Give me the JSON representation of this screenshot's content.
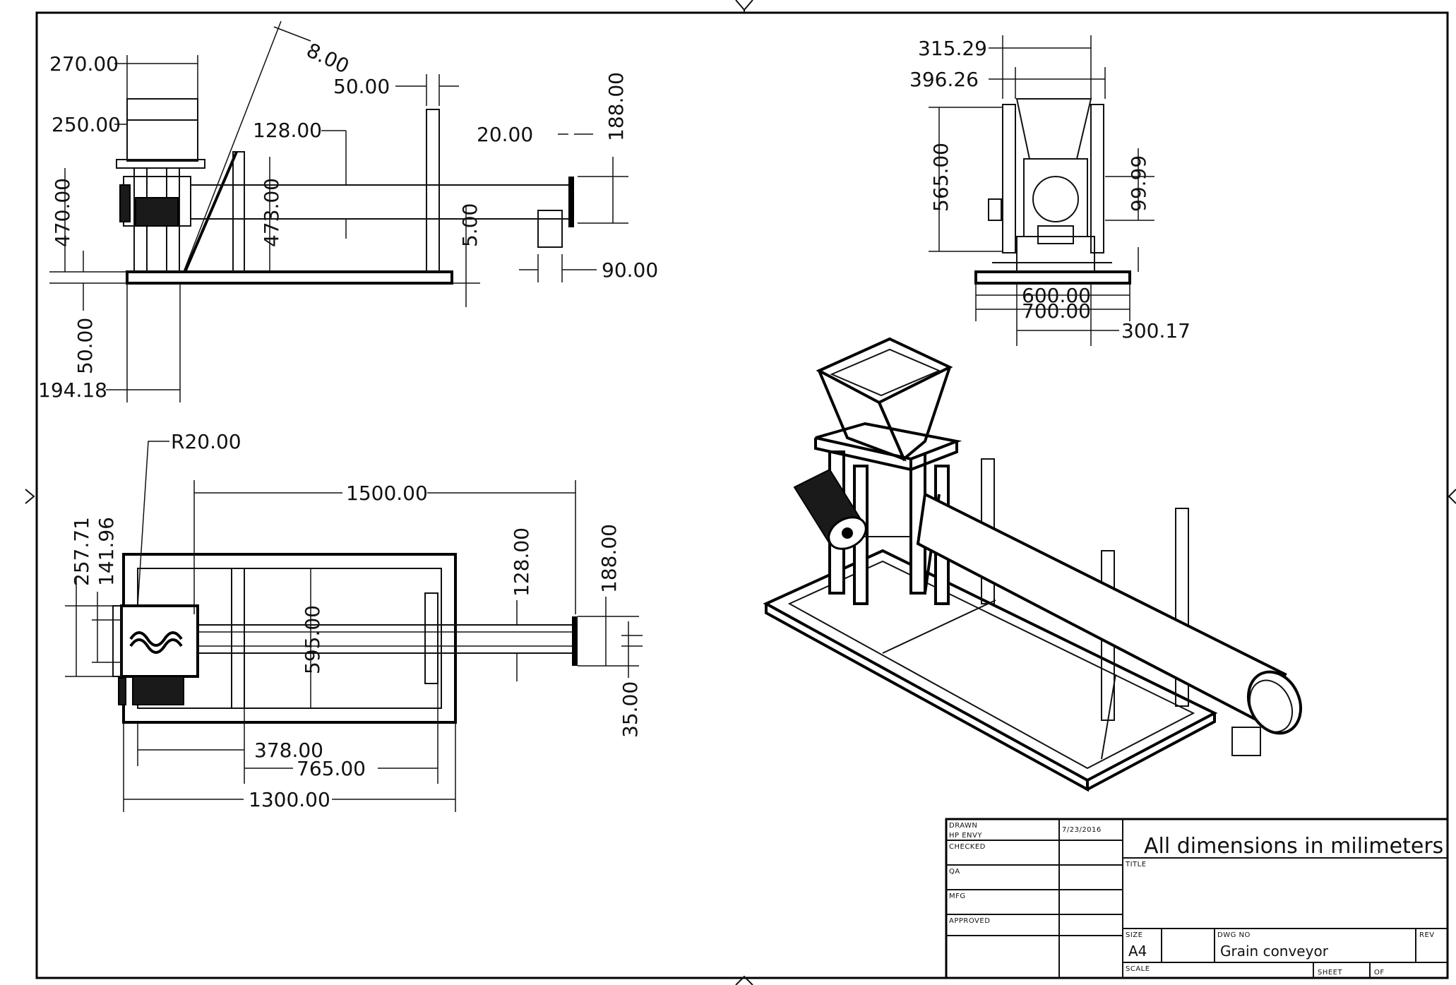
{
  "top_view_dims": {
    "d270": "270.00",
    "d250": "250.00",
    "d8": "8.00",
    "d50a": "50.00",
    "d128": "128.00",
    "d20": "20.00",
    "d188": "188.00",
    "d470": "470.00",
    "d473": "473.00",
    "d5": "5.00",
    "d90": "90.00",
    "d50b": "50.00",
    "d194": "194.18"
  },
  "end_view_dims": {
    "d315": "315.29",
    "d396": "396.26",
    "d565": "565.00",
    "d99": "99.99",
    "d600": "600.00",
    "d700": "700.00",
    "d300": "300.17"
  },
  "plan_view_dims": {
    "r20": "R20.00",
    "d1500": "1500.00",
    "d257": "257.71",
    "d141": "141.96",
    "d128": "128.00",
    "d188": "188.00",
    "d595": "595.00",
    "d35": "35.00",
    "d378": "378.00",
    "d765": "765.00",
    "d1300": "1300.00"
  },
  "title_block": {
    "drawn_label": "DRAWN",
    "drawn_by": "HP ENVY",
    "date": "7/23/2016",
    "checked_label": "CHECKED",
    "qa_label": "QA",
    "mfg_label": "MFG",
    "approved_label": "APPROVED",
    "note": "All dimensions in milimeters",
    "title_label": "TITLE",
    "size_label": "SIZE",
    "size": "A4",
    "dwg_label": "DWG NO",
    "dwg_no": "Grain conveyor",
    "rev_label": "REV",
    "scale_label": "SCALE",
    "sheet_label": "SHEET",
    "of_label": "OF"
  }
}
